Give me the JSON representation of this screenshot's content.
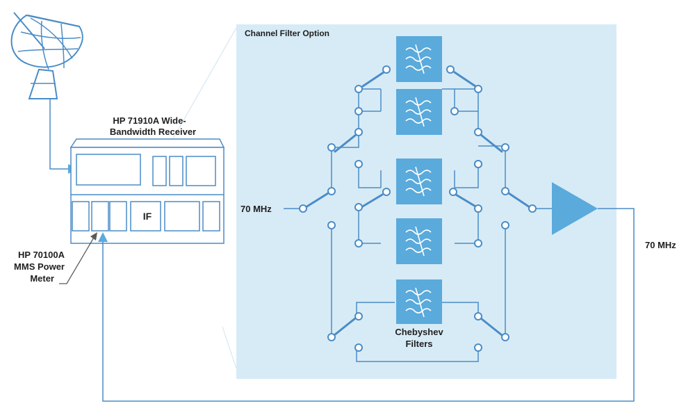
{
  "labels": {
    "channel_filter_option": "Channel Filter Option",
    "receiver_line1": "HP 71910A Wide-",
    "receiver_line2": "Bandwidth Receiver",
    "if_label": "IF",
    "power_meter_line1": "HP 70100A",
    "power_meter_line2": "MMS Power",
    "power_meter_line3": "Meter",
    "input_freq": "70 MHz",
    "output_freq": "70 MHz",
    "chebyshev_line1": "Chebyshev",
    "chebyshev_line2": "Filters"
  },
  "colors": {
    "panel": "#d7ebf6",
    "accent": "#5aaadc",
    "line": "#4a8cc6",
    "dark_line": "#5a5a5a",
    "text": "#1f1f1f"
  },
  "icons": {
    "dish": "satellite-dish-icon",
    "filter": "bandpass-filter-icon",
    "amplifier": "amplifier-icon"
  }
}
